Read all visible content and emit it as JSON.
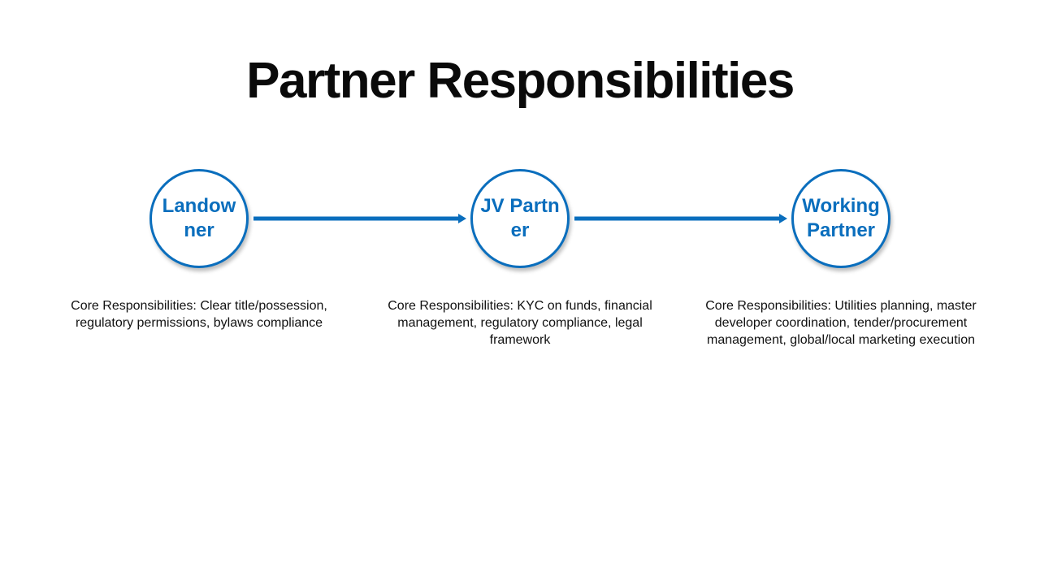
{
  "slide": {
    "title": "Partner Responsibilities"
  },
  "colors": {
    "accent": "#0a6ebd",
    "text": "#111111",
    "background": "#ffffff"
  },
  "flow": {
    "nodes": [
      {
        "label": "Landowner",
        "description": "Core Responsibilities: Clear title/possession, regulatory permissions, bylaws compliance"
      },
      {
        "label": "JV Partner",
        "description": "Core Responsibilities: KYC on funds, financial management, regulatory compliance, legal framework"
      },
      {
        "label": "Working Partner",
        "description": "Core Responsibilities: Utilities planning, master developer coordination, tender/procurement management, global/local marketing execution"
      }
    ]
  }
}
